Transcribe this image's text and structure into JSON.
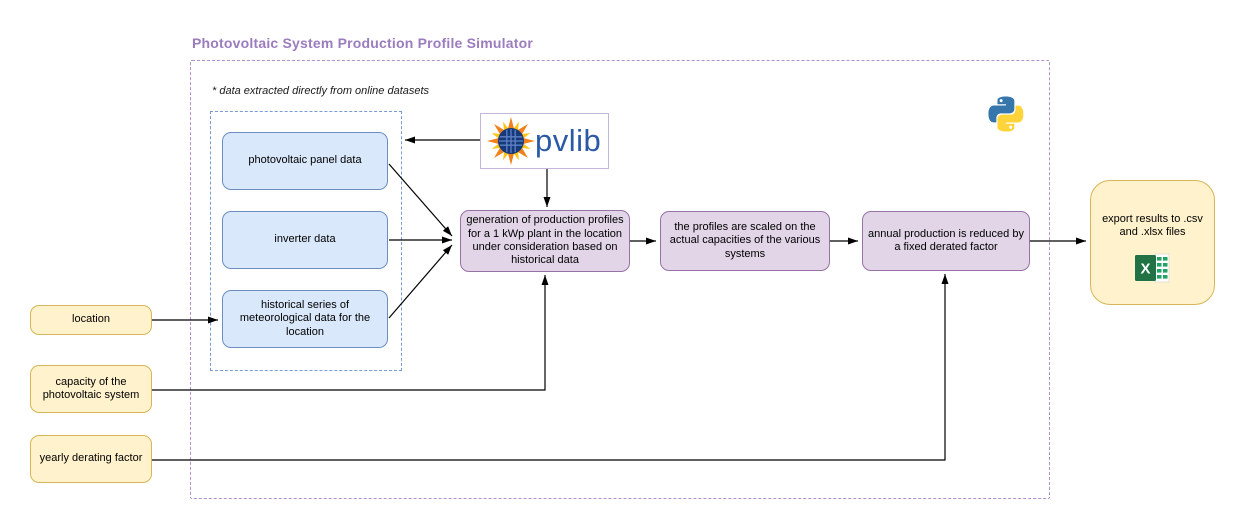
{
  "title": "Photovoltaic System Production Profile Simulator",
  "note": "* data extracted directly from online datasets",
  "data_sources": {
    "items": [
      {
        "label": "photovoltaic panel data"
      },
      {
        "label": "inverter data"
      },
      {
        "label": "historical series of meteorological data for the location"
      }
    ]
  },
  "inputs": {
    "items": [
      {
        "label": "location"
      },
      {
        "label": "capacity of the photovoltaic system"
      },
      {
        "label": "yearly derating factor"
      }
    ]
  },
  "steps": {
    "items": [
      {
        "label": "generation of production profiles for a 1 kWp plant in the location under consideration based on historical data"
      },
      {
        "label": "the profiles are scaled on the actual capacities of the various systems"
      },
      {
        "label": "annual production is reduced by a fixed derated factor"
      }
    ]
  },
  "output": {
    "label": "export results to .csv and .xlsx files"
  },
  "logos": {
    "pvlib_text": "pvlib",
    "python_icon": "python-logo",
    "excel_icon": "excel-icon",
    "pvlib_sun_icon": "sun-solar-panel-icon"
  },
  "colors": {
    "title": "#9b7cbd",
    "blue_fill": "#dae8fc",
    "blue_stroke": "#6c8ebf",
    "purple_fill": "#e1d5e7",
    "purple_stroke": "#9673a6",
    "yellow_fill": "#fff2cc",
    "yellow_stroke": "#d6b656",
    "outer_dash": "#b18fcb",
    "inner_dash": "#7b9ad4",
    "arrow": "#000000",
    "pvlib_blue": "#2a59a5",
    "python_blue": "#3776ab",
    "python_yellow": "#ffd43b",
    "excel_green": "#217346",
    "excel_light_green": "#21a366"
  }
}
